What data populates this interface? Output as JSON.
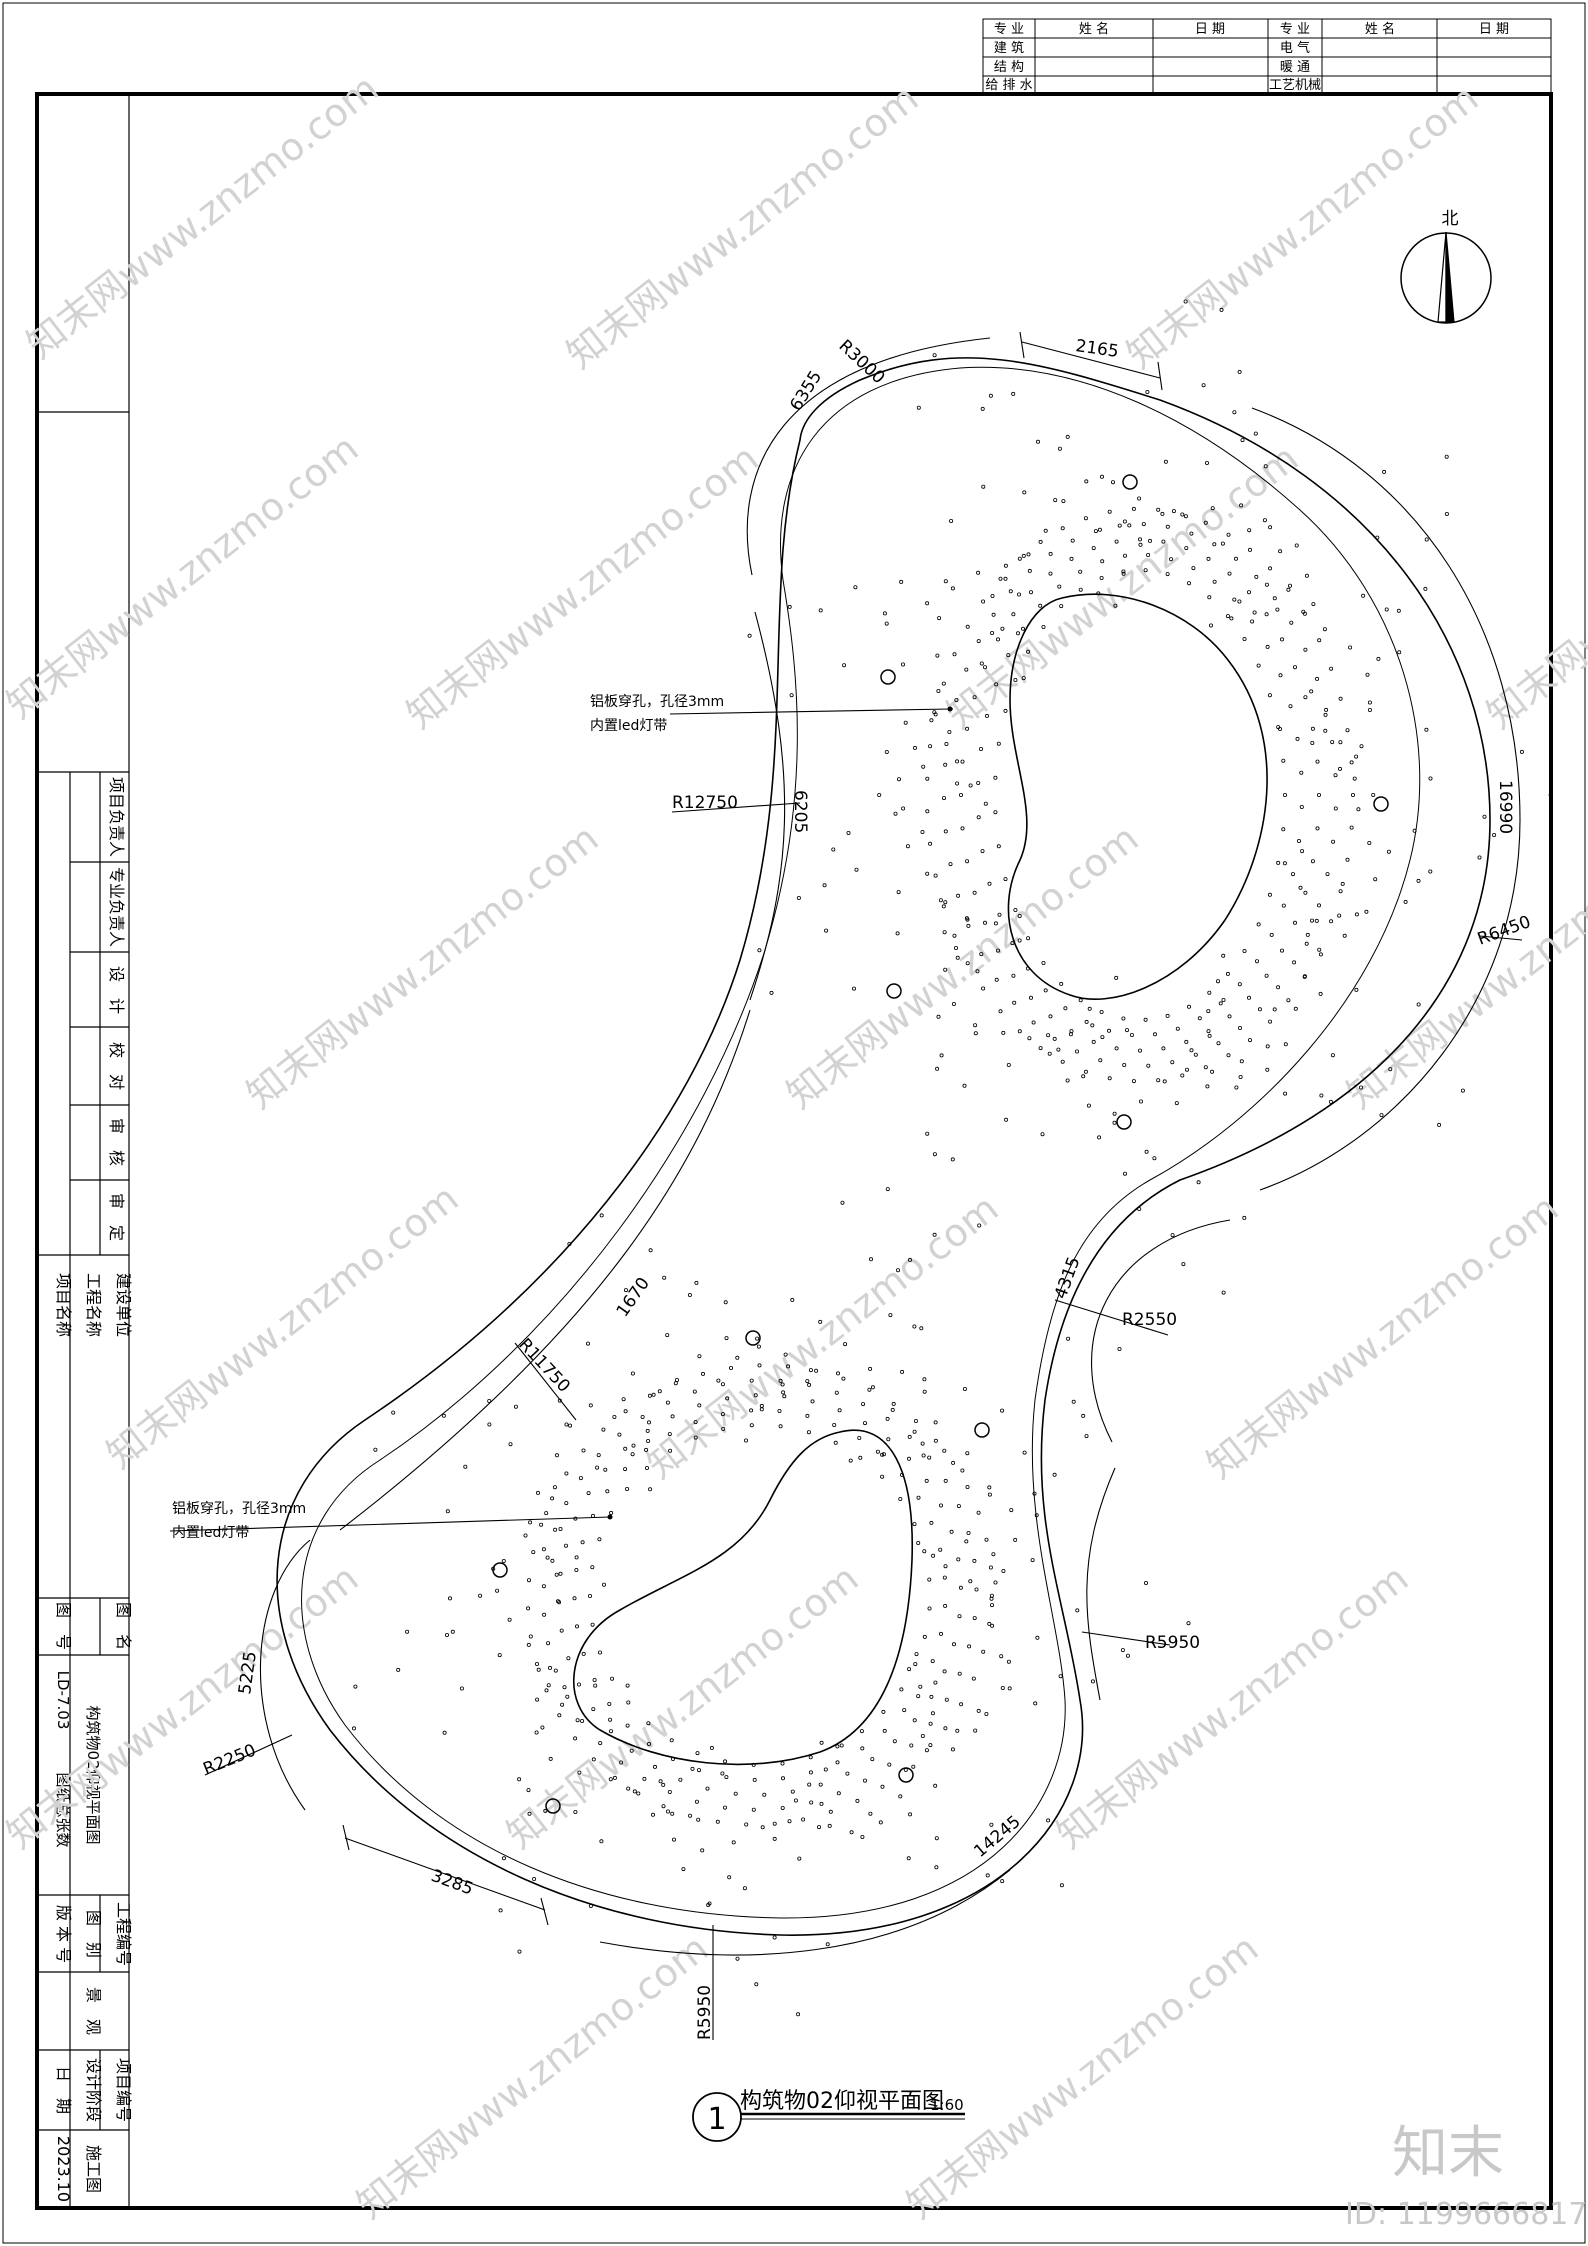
{
  "signature_table": {
    "header": [
      "专 业",
      "姓 名",
      "日 期",
      "专 业",
      "姓 名",
      "日 期"
    ],
    "rows": [
      [
        "建 筑",
        "电 气"
      ],
      [
        "结 构",
        "暖 通"
      ],
      [
        "给 排 水",
        "工艺机械"
      ]
    ]
  },
  "annotations": {
    "dims": [
      "R3000",
      "6355",
      "2165",
      "16990",
      "R6450",
      "R12750",
      "6205",
      "1670",
      "R11750",
      "4315",
      "R2550",
      "R5950",
      "5225",
      "R2250",
      "3285",
      "14245",
      "R5950"
    ],
    "note_top": [
      "铝板穿孔，孔径3mm",
      "内置led灯带"
    ],
    "note_bottom": [
      "铝板穿孔，孔径3mm",
      "内置led灯带"
    ]
  },
  "north_label": "北",
  "drawing_title": {
    "number": "1",
    "title": "构筑物02仰视平面图",
    "scale": "1:60"
  },
  "title_block": {
    "roles": [
      "项目负责人",
      "专业负责人",
      "设　计",
      "校　对",
      "审　核",
      "审　定"
    ],
    "fields": [
      "建设单位",
      "工程名称",
      "项目名称"
    ],
    "drawing_name_label": "图　名",
    "drawing_name": "构筑物02仰视平面图",
    "drawing_no_label": "图　号",
    "drawing_no": "LD-7.03",
    "sheet_count": "图纸总张数",
    "project_no_label": "工程编号",
    "category_label": "图　别",
    "category": "景　观",
    "version_label": "版 本 号",
    "item_no_label": "项目编号",
    "stage_label": "设计阶段",
    "stage": "施工图",
    "date_label": "日　期",
    "date": "2023.10"
  },
  "watermark": {
    "text": "知末网www.znzmo.com",
    "brand": "知末",
    "id": "ID: 1199666817"
  }
}
